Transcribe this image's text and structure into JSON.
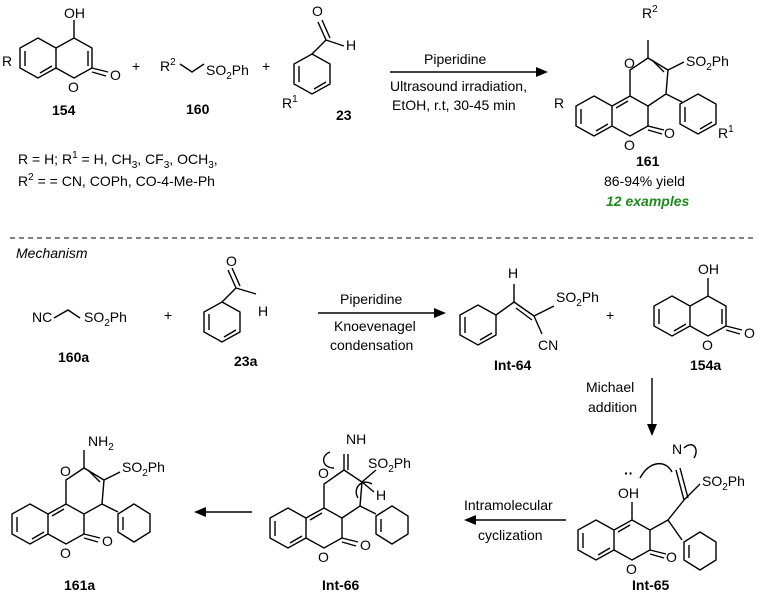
{
  "reaction": {
    "compounds": {
      "c154": "154",
      "c160": "160",
      "c23": "23",
      "c161": "161"
    },
    "atoms": {
      "OH": "OH",
      "O": "O",
      "R": "R",
      "R1": "R",
      "R1_sup": "1",
      "R2": "R",
      "R2_sup": "2",
      "SO2Ph_main": "SO",
      "SO2Ph_sub": "2",
      "SO2Ph_tail": "Ph",
      "H": "H",
      "plus": "+"
    },
    "conditions": {
      "catalyst": "Piperidine",
      "line1": "Ultrasound irradiation,",
      "line2": "EtOH, r.t, 30-45 min"
    },
    "substituents": {
      "line1_a": "R = H; R",
      "line1_sup": "1",
      "line1_b": " = H, CH",
      "line1_sub1": "3",
      "line1_c": ", CF",
      "line1_sub2": "3",
      "line1_d": ", OCH",
      "line1_sub3": "3",
      "line1_e": ",",
      "line2_a": "R",
      "line2_sup": "2",
      "line2_b": " = = CN, COPh, CO-4-Me-Ph"
    },
    "yield": "86-94% yield",
    "examples": "12 examples"
  },
  "mechanism": {
    "title": "Mechanism",
    "compounds": {
      "c160a": "160a",
      "c23a": "23a",
      "int64": "Int-64",
      "c154a": "154a",
      "int65": "Int-65",
      "int66": "Int-66",
      "c161a": "161a"
    },
    "atoms": {
      "NC": "NC",
      "CN": "CN",
      "N": "N",
      "NH": "NH",
      "NH2_main": "NH",
      "NH2_sub": "2",
      "dots": "··"
    },
    "steps": {
      "s1_top": "Piperidine",
      "s1_bot1": "Knoevenagel",
      "s1_bot2": "condensation",
      "s2_l1": "Michael",
      "s2_l2": "addition",
      "s3_top": "Intramolecular",
      "s3_bot": "cyclization"
    }
  }
}
